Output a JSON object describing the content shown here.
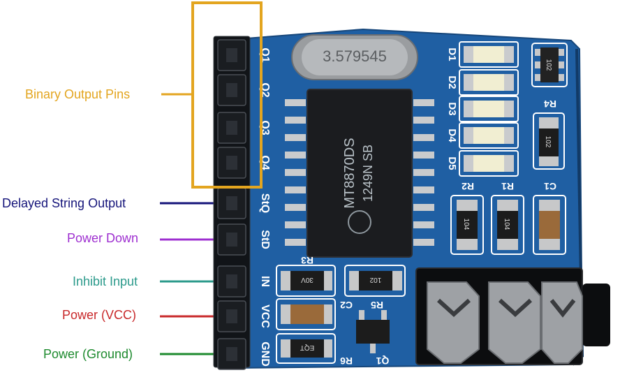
{
  "labels": [
    {
      "id": "binary",
      "text": "Binary Output Pins",
      "color": "#e3a51f"
    },
    {
      "id": "delayed",
      "text": "Delayed String Output",
      "color": "#15147a"
    },
    {
      "id": "powerdown",
      "text": "Power Down",
      "color": "#9e2fd0"
    },
    {
      "id": "inhibit",
      "text": "Inhibit Input",
      "color": "#2b9a8b"
    },
    {
      "id": "vcc",
      "text": "Power (VCC)",
      "color": "#c8282a"
    },
    {
      "id": "gnd",
      "text": "Power (Ground)",
      "color": "#1d8a2e"
    }
  ],
  "board": {
    "pcb_color": "#1f5fa3",
    "pin_labels": [
      "Q1",
      "Q2",
      "Q3",
      "Q4",
      "StQ",
      "StD",
      "IN",
      "VCC",
      "GND"
    ],
    "crystal_text": "3.579545",
    "chip_line1": "MT8870DS",
    "chip_line2": "1249N SB",
    "led_labels": [
      "D1",
      "D2",
      "D3",
      "D4",
      "D5"
    ],
    "resistor_labels": [
      "R1",
      "R2",
      "R3",
      "R4",
      "R5",
      "R6"
    ],
    "capacitor_labels": [
      "C1",
      "C2"
    ],
    "transistor_label": "Q1",
    "resistor_codes": [
      "102",
      "104",
      "104",
      "102",
      "30V",
      "102",
      "EQT"
    ]
  }
}
